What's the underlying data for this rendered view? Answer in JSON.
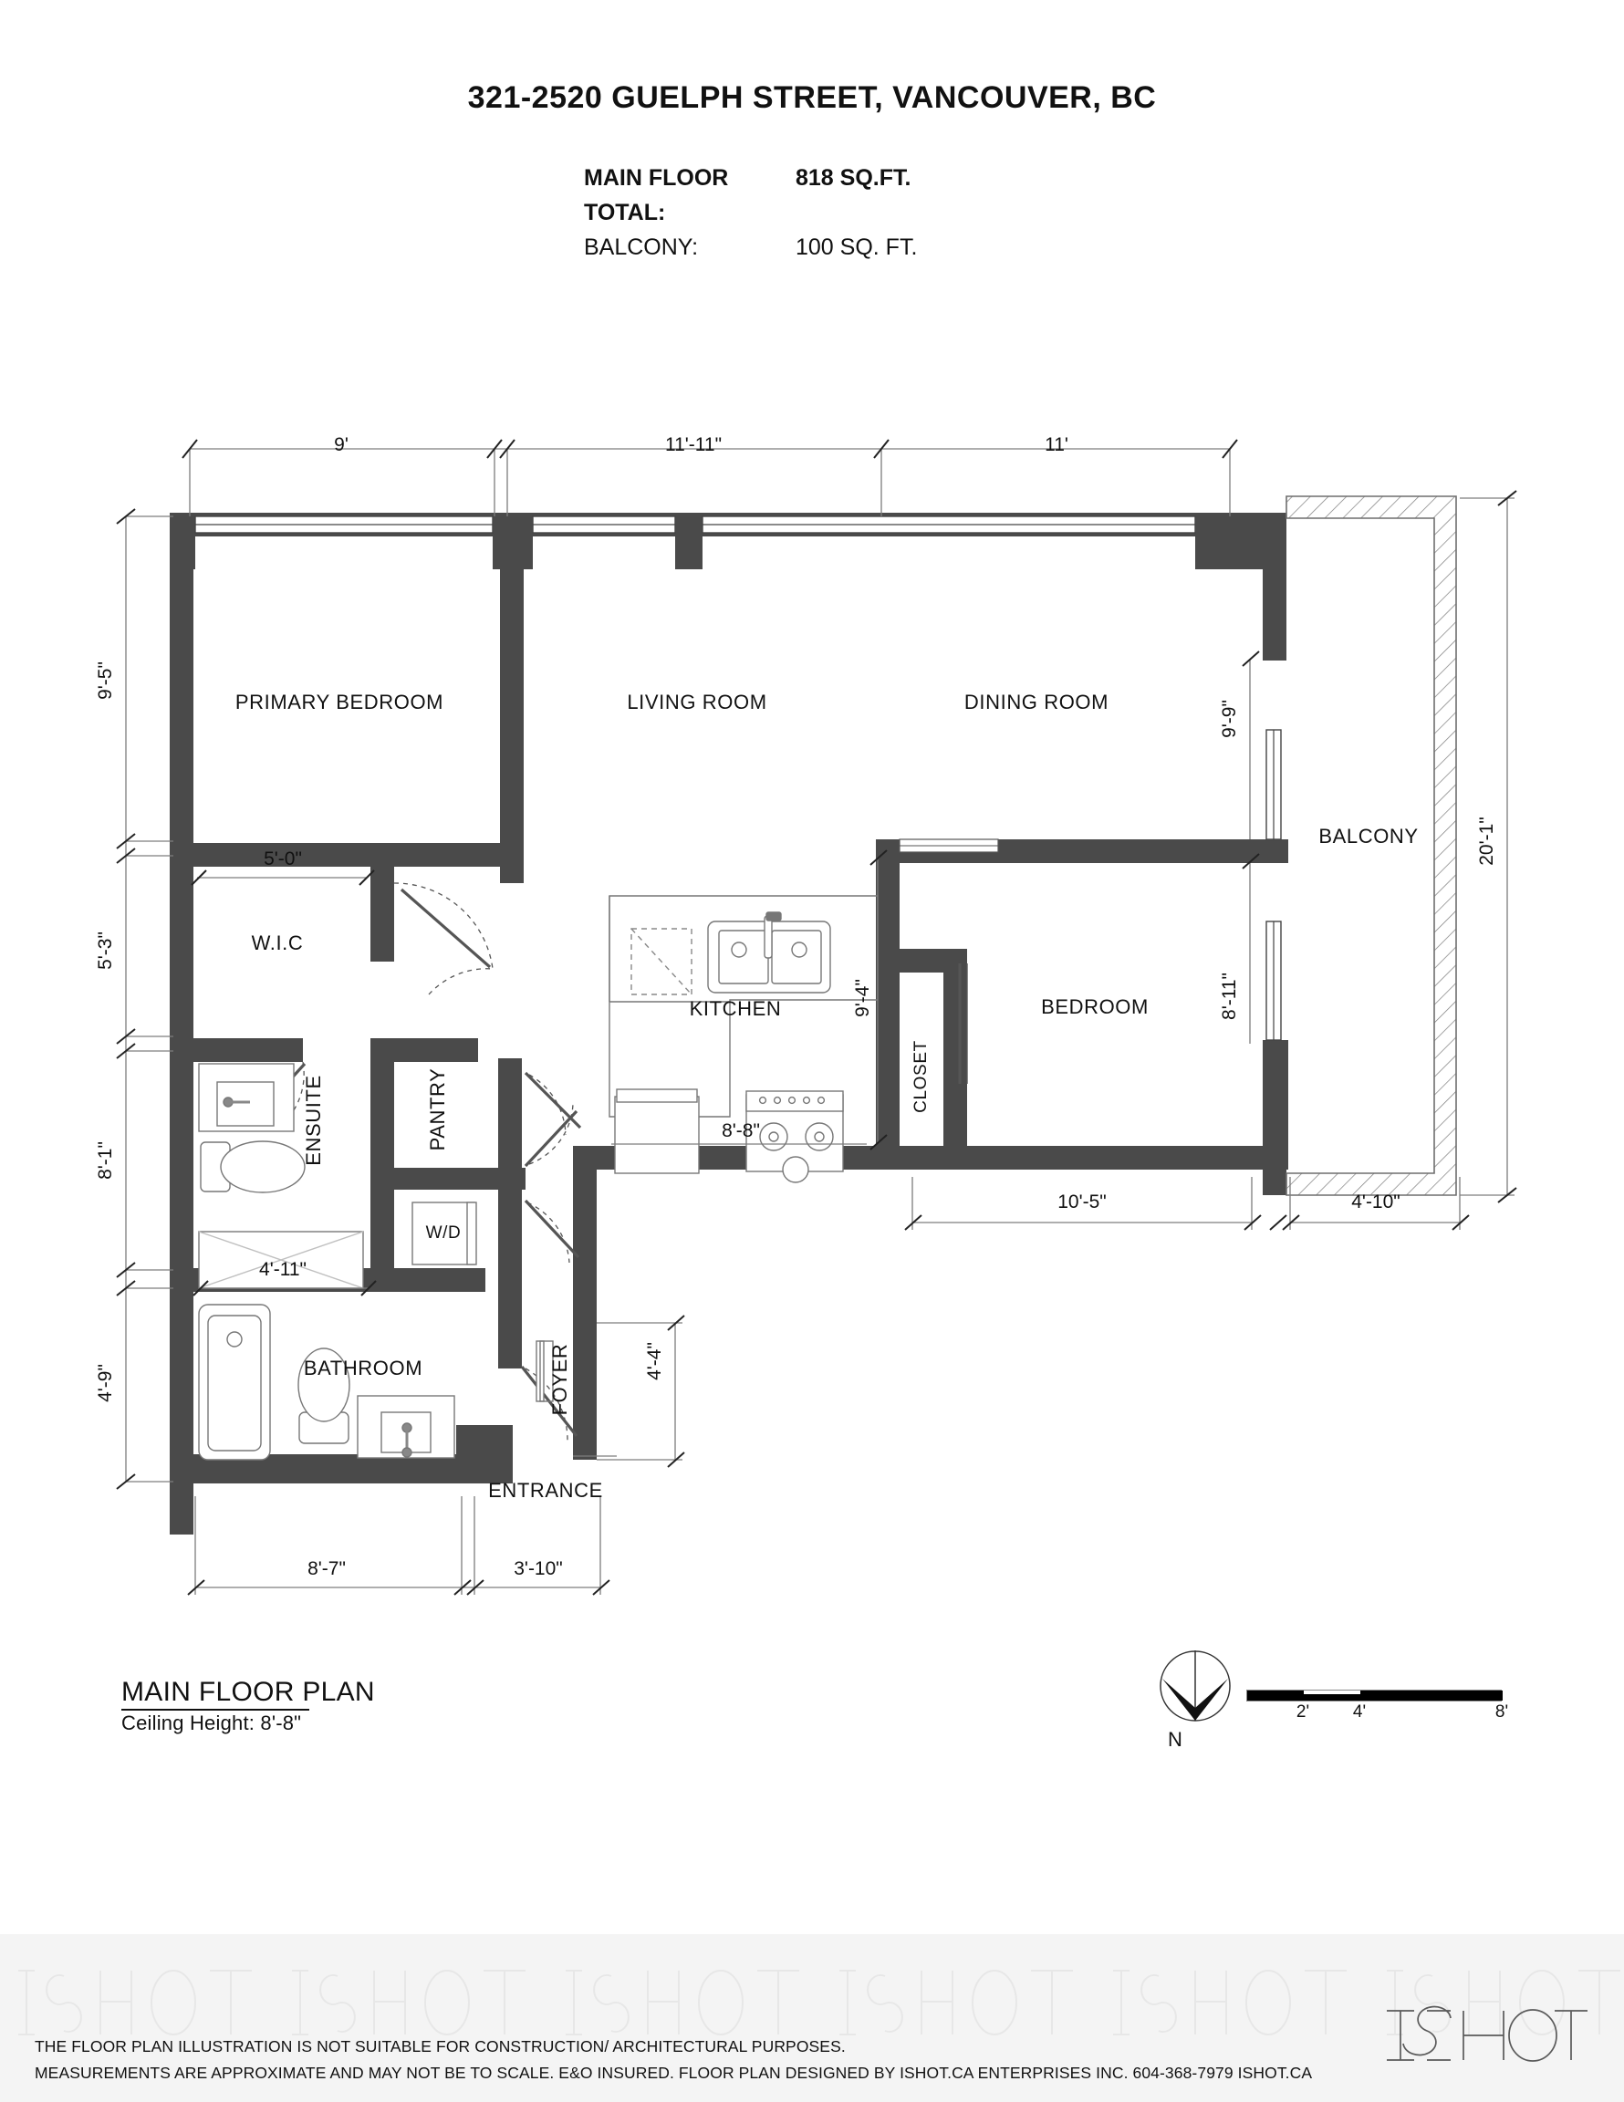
{
  "header": {
    "title": "321-2520 GUELPH STREET, VANCOUVER, BC",
    "summary": [
      {
        "label": "MAIN FLOOR TOTAL:",
        "value": "818 SQ.FT."
      },
      {
        "label": "BALCONY:",
        "value": "100 SQ. FT."
      }
    ]
  },
  "rooms": {
    "primary_bedroom": "PRIMARY BEDROOM",
    "living_room": "LIVING ROOM",
    "dining_room": "DINING ROOM",
    "balcony": "BALCONY",
    "bedroom": "BEDROOM",
    "kitchen": "KITCHEN",
    "wic": "W.I.C",
    "ensuite": "ENSUITE",
    "pantry": "PANTRY",
    "closet": "CLOSET",
    "bathroom": "BATHROOM",
    "foyer": "FOYER",
    "entrance": "ENTRANCE",
    "wd": "W/D"
  },
  "dimensions": {
    "top_1": "9'",
    "top_2": "11'-11\"",
    "top_3": "11'",
    "left_1": "9'-5\"",
    "left_2": "5'-3\"",
    "left_3": "8'-1\"",
    "left_4": "4'-9\"",
    "right_1": "9'-9\"",
    "right_2": "8'-11\"",
    "right_outer": "20'-1\"",
    "wic_width": "5'-0\"",
    "shower_width": "4'-11\"",
    "kitchen_depth": "9'-4\"",
    "kitchen_width": "8'-8\"",
    "foyer_width": "4'-4\"",
    "bottom_1": "8'-7\"",
    "bottom_2": "3'-10\"",
    "bedroom_width": "10'-5\"",
    "balcony_width": "4'-10\""
  },
  "plan_caption": {
    "title": "MAIN FLOOR PLAN",
    "ceiling": "Ceiling Height: 8'-8\""
  },
  "compass": {
    "label": "N",
    "icon": "north-arrow-icon"
  },
  "scale_bar": {
    "ticks": [
      "2'",
      "4'",
      "8'"
    ]
  },
  "footer": {
    "line1": "THE FLOOR PLAN ILLUSTRATION IS NOT SUITABLE FOR CONSTRUCTION/ ARCHITECTURAL PURPOSES.",
    "line2": "MEASUREMENTS ARE APPROXIMATE AND MAY NOT BE TO SCALE. E&O INSURED. FLOOR PLAN DESIGNED BY ISHOT.CA ENTERPRISES INC. 604-368-7979  ISHOT.CA",
    "logo": "ISHOT"
  },
  "colors": {
    "wall": "#4a4a4a",
    "line": "#111111",
    "thin": "#8a8a8a",
    "footer_bg": "#f4f4f4"
  }
}
